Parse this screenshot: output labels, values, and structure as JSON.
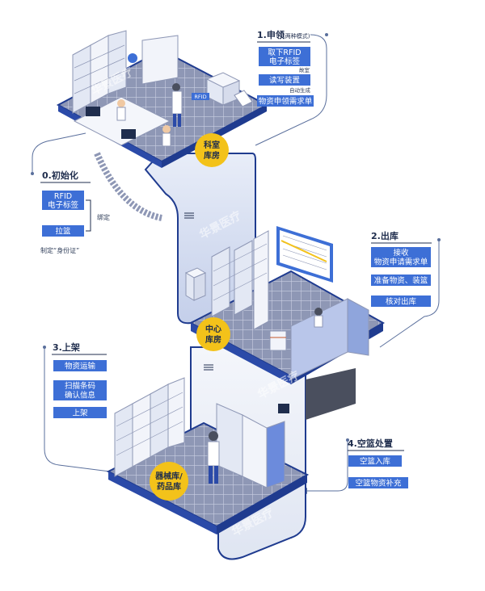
{
  "steps": {
    "s1": {
      "title": "1.申领",
      "subtitle": "(两种模式)",
      "btn_rfid_l1": "取下RFID",
      "btn_rfid_l2": "电子标签",
      "note_swipe": "故室",
      "btn_read": "读写装置",
      "note_auto": "自动生成",
      "btn_order": "物资申领需求单"
    },
    "s0": {
      "title": "0.初始化",
      "btn_rfid_l1": "RFID",
      "btn_rfid_l2": "电子标签",
      "btn_basket": "拉篮",
      "bind_label": "绑定",
      "caption": "制定“身份证”"
    },
    "s2": {
      "title": "2.出库",
      "btn_receive_l1": "接收",
      "btn_receive_l2": "物资申请需求单",
      "btn_prepare": "准备物资、装篮",
      "btn_check": "核对出库"
    },
    "s3": {
      "title": "3.上架",
      "btn_transport": "物资运输",
      "btn_scan_l1": "扫描条码",
      "btn_scan_l2": "确认信息",
      "btn_shelve": "上架"
    },
    "s4": {
      "title": "4.空篮处置",
      "btn_in": "空篮入库",
      "btn_refill": "空篮物资补充"
    }
  },
  "badges": {
    "dept_l1": "科室",
    "dept_l2": "库房",
    "center_l1": "中心",
    "center_l2": "库房",
    "equip_l1": "器械库/",
    "equip_l2": "药品库"
  },
  "labels": {
    "rfid_tag": "RFID"
  },
  "watermark": {
    "brand": "华景医疗"
  },
  "colors": {
    "button_blue": "#3d6fd6",
    "badge_yellow": "#f3c21a",
    "floor_tile": "#8e97b5",
    "floor_grid": "#c9cfe2",
    "platform_edge": "#1f3b8f",
    "connector_line": "#5a6f9c"
  }
}
